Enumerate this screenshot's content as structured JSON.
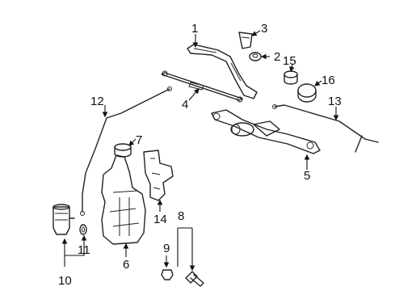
{
  "diagram": {
    "labels": {
      "p1": "1",
      "p2": "2",
      "p3": "3",
      "p4": "4",
      "p5": "5",
      "p6": "6",
      "p7": "7",
      "p8": "8",
      "p9": "9",
      "p10": "10",
      "p11": "11",
      "p12": "12",
      "p13": "13",
      "p14": "14",
      "p15": "15",
      "p16": "16"
    }
  }
}
